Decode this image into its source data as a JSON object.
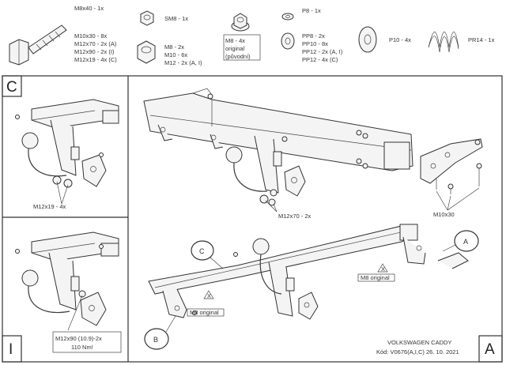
{
  "parts": {
    "bolt": [
      "M8x40 - 1x",
      "M10x30 - 8x",
      "M12x70 - 2x (A)",
      "M12x90 - 2x (I)",
      "M12x19 - 4x (C)"
    ],
    "nut_sm": [
      "SM8 - 1x"
    ],
    "nut": [
      "M8 - 2x",
      "M10 - 6x",
      "M12 - 2x (A, I)"
    ],
    "original_nut": [
      "M8 - 4x",
      "original",
      "(původní)"
    ],
    "washer": [
      "P8 - 1x",
      "PP8 - 2x",
      "PP10 - 8x",
      "PP12 - 2x (A, I)",
      "PP12 - 4x (C)"
    ],
    "washer_big": [
      "P10 - 4x"
    ],
    "spring": [
      "PR14 - 1x"
    ]
  },
  "panels": {
    "c_letter": "C",
    "c_callout": "M12x19 - 4x",
    "i_letter": "I",
    "i_callout": [
      "M12x90 (10.9)-2x",
      "110 Nm!"
    ]
  },
  "main": {
    "callout_m12x70": "M12x70 - 2x",
    "callout_m10x30": "M10x30",
    "m8_original_left": "M8 original",
    "m8_original_right": "M8 original",
    "label_c": "C",
    "label_b": "B",
    "label_a": "A",
    "letter_a": "A"
  },
  "footer": {
    "vehicle": "VOLKSWAGEN CADDY",
    "code": "Kód: V0676(A,I,C)  26. 10. 2021"
  }
}
